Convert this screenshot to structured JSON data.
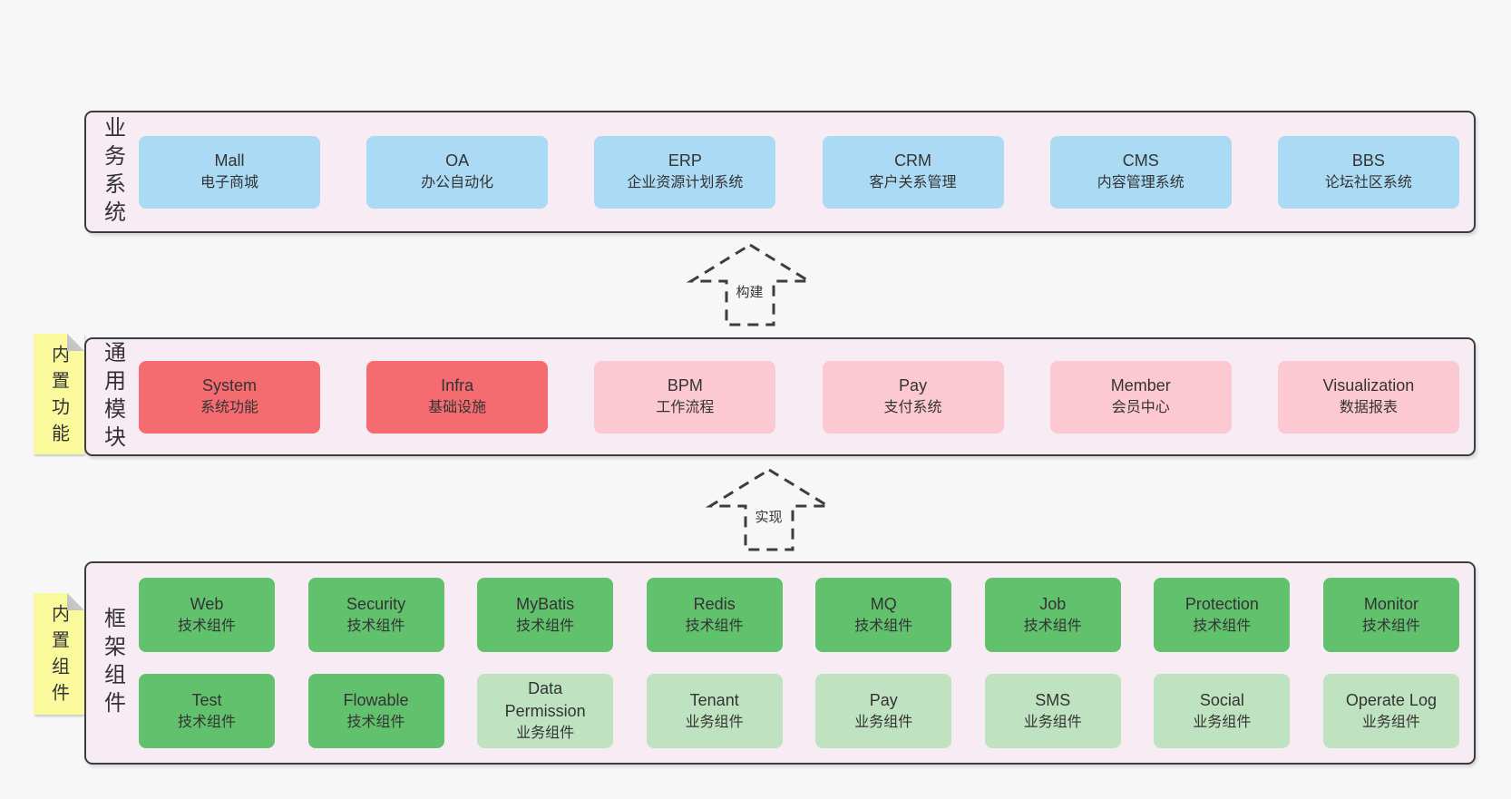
{
  "colors": {
    "page_bg": "#f7f7f7",
    "panel_bg": "#f8ecf4",
    "panel_border": "#3d3d3d",
    "blue": "#abdaf5",
    "red": "#f56c70",
    "pink": "#fcc9d2",
    "green": "#62c16d",
    "light_green": "#bfe3c1",
    "yellow": "#fafa9d",
    "text": "#333333"
  },
  "arrows": [
    {
      "label": "构建"
    },
    {
      "label": "实现"
    }
  ],
  "sections": [
    {
      "id": "business",
      "side_label": "业务系统",
      "sticky_label": "",
      "rows": [
        [
          {
            "en": "Mall",
            "zh": "电子商城",
            "type": "blue"
          },
          {
            "en": "OA",
            "zh": "办公自动化",
            "type": "blue"
          },
          {
            "en": "ERP",
            "zh": "企业资源计划系统",
            "type": "blue"
          },
          {
            "en": "CRM",
            "zh": "客户关系管理",
            "type": "blue"
          },
          {
            "en": "CMS",
            "zh": "内容管理系统",
            "type": "blue"
          },
          {
            "en": "BBS",
            "zh": "论坛社区系统",
            "type": "blue"
          }
        ]
      ]
    },
    {
      "id": "modules",
      "side_label": "通用模块",
      "sticky_label": "内置功能",
      "rows": [
        [
          {
            "en": "System",
            "zh": "系统功能",
            "type": "red"
          },
          {
            "en": "Infra",
            "zh": "基础设施",
            "type": "red"
          },
          {
            "en": "BPM",
            "zh": "工作流程",
            "type": "pink"
          },
          {
            "en": "Pay",
            "zh": "支付系统",
            "type": "pink"
          },
          {
            "en": "Member",
            "zh": "会员中心",
            "type": "pink"
          },
          {
            "en": "Visualization",
            "zh": "数据报表",
            "type": "pink"
          }
        ]
      ]
    },
    {
      "id": "framework",
      "side_label": "框架组件",
      "sticky_label": "内置组件",
      "rows": [
        [
          {
            "en": "Web",
            "zh": "技术组件",
            "type": "green"
          },
          {
            "en": "Security",
            "zh": "技术组件",
            "type": "green"
          },
          {
            "en": "MyBatis",
            "zh": "技术组件",
            "type": "green"
          },
          {
            "en": "Redis",
            "zh": "技术组件",
            "type": "green"
          },
          {
            "en": "MQ",
            "zh": "技术组件",
            "type": "green"
          },
          {
            "en": "Job",
            "zh": "技术组件",
            "type": "green"
          },
          {
            "en": "Protection",
            "zh": "技术组件",
            "type": "green"
          },
          {
            "en": "Monitor",
            "zh": "技术组件",
            "type": "green"
          }
        ],
        [
          {
            "en": "Test",
            "zh": "技术组件",
            "type": "green"
          },
          {
            "en": "Flowable",
            "zh": "技术组件",
            "type": "green"
          },
          {
            "en": "Data Permission",
            "zh": "业务组件",
            "type": "light_green"
          },
          {
            "en": "Tenant",
            "zh": "业务组件",
            "type": "light_green"
          },
          {
            "en": "Pay",
            "zh": "业务组件",
            "type": "light_green"
          },
          {
            "en": "SMS",
            "zh": "业务组件",
            "type": "light_green"
          },
          {
            "en": "Social",
            "zh": "业务组件",
            "type": "light_green"
          },
          {
            "en": "Operate Log",
            "zh": "业务组件",
            "type": "light_green"
          }
        ]
      ]
    }
  ]
}
